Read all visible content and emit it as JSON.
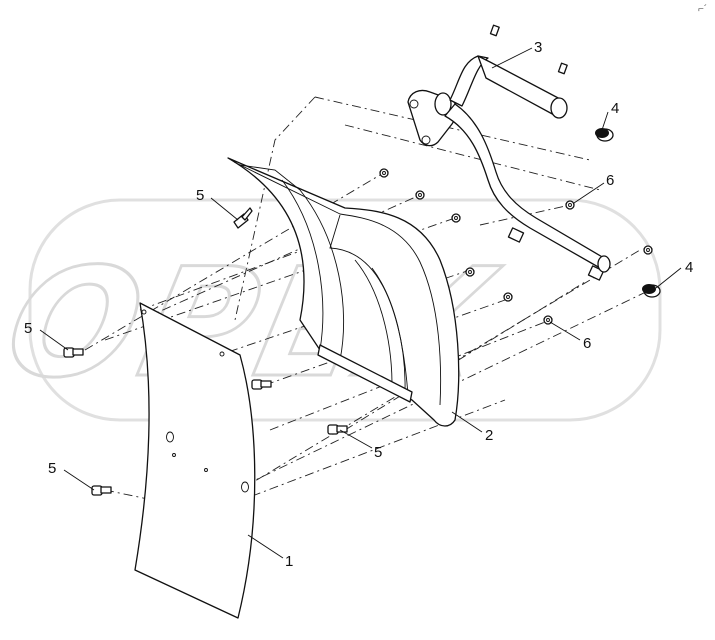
{
  "watermark": {
    "text": "OPEX",
    "color": "#d9d9d9"
  },
  "corner_mark": {
    "text": "⌐´"
  },
  "callouts": [
    {
      "id": "1",
      "label": "1",
      "part": "mud-flap"
    },
    {
      "id": "2",
      "label": "2",
      "part": "fender"
    },
    {
      "id": "3",
      "label": "3",
      "part": "bracket-tube"
    },
    {
      "id": "4a",
      "label": "4",
      "part": "end-cap-upper"
    },
    {
      "id": "4b",
      "label": "4",
      "part": "end-cap-lower"
    },
    {
      "id": "5a",
      "label": "5",
      "part": "bolt-top"
    },
    {
      "id": "5b",
      "label": "5",
      "part": "bolt-left"
    },
    {
      "id": "5c",
      "label": "5",
      "part": "bolt-bottom-center"
    },
    {
      "id": "5d",
      "label": "5",
      "part": "bolt-bottom-left"
    },
    {
      "id": "6a",
      "label": "6",
      "part": "nut-upper"
    },
    {
      "id": "6b",
      "label": "6",
      "part": "nut-lower"
    }
  ],
  "colors": {
    "line": "#111111",
    "background": "#ffffff"
  }
}
